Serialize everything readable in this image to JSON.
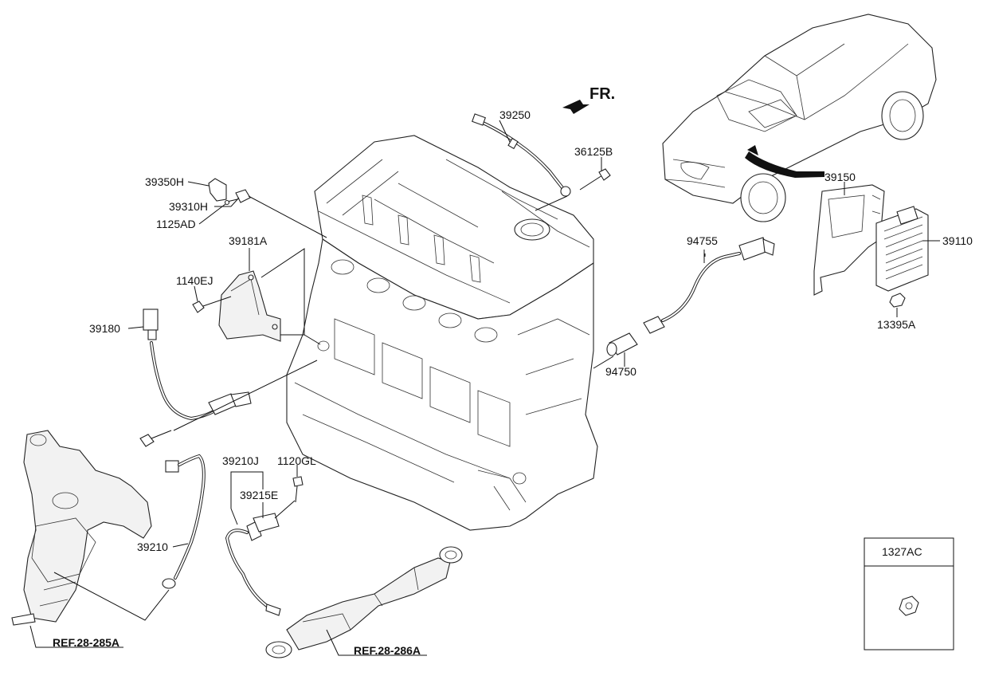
{
  "direction_label": "FR.",
  "parts": {
    "p39250": "39250",
    "p36125B": "36125B",
    "p39350H": "39350H",
    "p39310H": "39310H",
    "p1125AD": "1125AD",
    "p39181A": "39181A",
    "p1140EJ": "1140EJ",
    "p39180": "39180",
    "p39210J": "39210J",
    "p1120GL": "1120GL",
    "p39215E": "39215E",
    "p39210": "39210",
    "p94755": "94755",
    "p94750": "94750",
    "p39150": "39150",
    "p39110": "39110",
    "p13395A": "13395A",
    "p1327AC": "1327AC"
  },
  "references": {
    "ref_285": "REF.28-285A",
    "ref_286": "REF.28-286A"
  }
}
